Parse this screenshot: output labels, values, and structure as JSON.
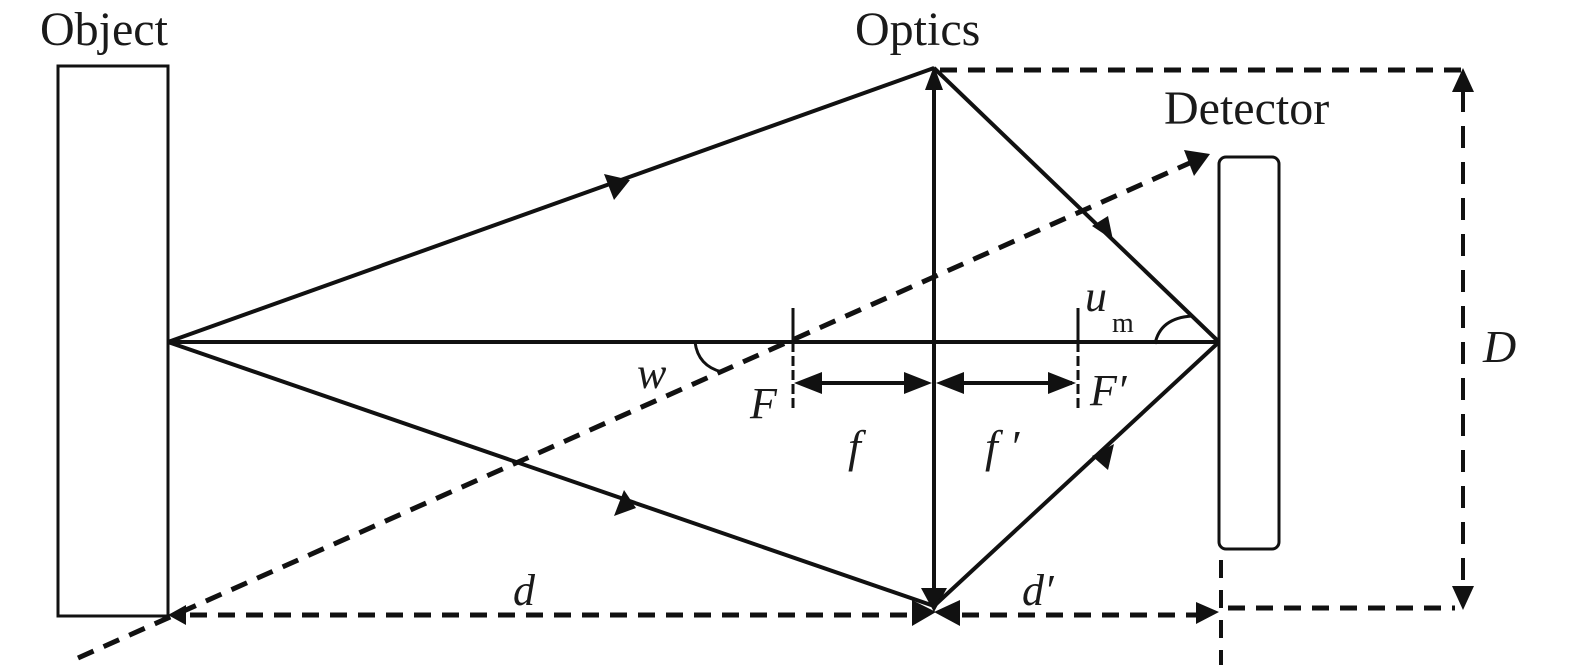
{
  "diagram": {
    "type": "optical imaging geometry",
    "labels": {
      "object": "Object",
      "optics": "Optics",
      "detector": "Detector",
      "field_angle": "w",
      "front_focus": "F",
      "back_focus": "F′",
      "front_focal_length": "f",
      "back_focal_length": "f ′",
      "aperture_angle_symbol": "u",
      "aperture_angle_subscript": "m",
      "aperture_diameter": "D",
      "object_distance": "d",
      "image_distance": "d′"
    },
    "elements": [
      "object-plane",
      "lens",
      "detector",
      "optical-axis",
      "marginal-rays",
      "chief-ray",
      "focal-length-dimensions",
      "aperture-dimension",
      "distance-dimensions"
    ]
  }
}
